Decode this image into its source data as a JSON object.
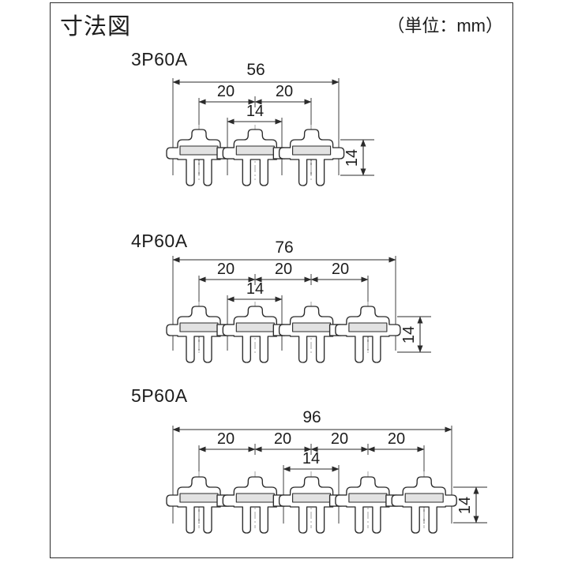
{
  "document": {
    "title": "寸法図",
    "unit_note": "（単位：mm）",
    "background_color": "#ffffff",
    "line_color": "#2b2b2b",
    "text_color": "#1d1d1d"
  },
  "figures": [
    {
      "id": "3p60a",
      "label": "3P60A",
      "poles": 3,
      "overall_length": "56",
      "pitch_labels": [
        "20",
        "20"
      ],
      "terminal_width": "14",
      "height": "14"
    },
    {
      "id": "4p60a",
      "label": "4P60A",
      "poles": 4,
      "overall_length": "76",
      "pitch_labels": [
        "20",
        "20",
        "20"
      ],
      "terminal_width": "14",
      "height": "14"
    },
    {
      "id": "5p60a",
      "label": "5P60A",
      "poles": 5,
      "overall_length": "96",
      "pitch_labels": [
        "20",
        "20",
        "20",
        "20"
      ],
      "terminal_width": "14",
      "height": "14"
    }
  ]
}
